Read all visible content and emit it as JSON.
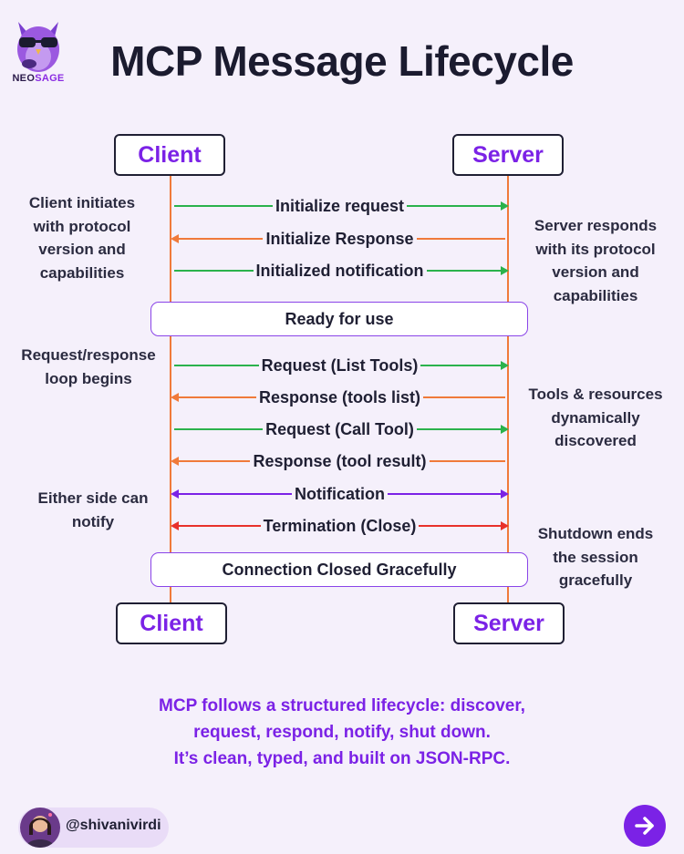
{
  "brand": {
    "name_part1": "NEO",
    "name_part2": "SAGE"
  },
  "title": "MCP Message Lifecycle",
  "actors": {
    "left": "Client",
    "right": "Server"
  },
  "messages": [
    {
      "label": "Initialize request",
      "direction": "right",
      "color": "#2bb24c"
    },
    {
      "label": "Initialize Response",
      "direction": "left",
      "color": "#f07a3a"
    },
    {
      "label": "Initialized notification",
      "direction": "right",
      "color": "#2bb24c"
    },
    {
      "label": "Request (List Tools)",
      "direction": "right",
      "color": "#2bb24c"
    },
    {
      "label": "Response (tools list)",
      "direction": "left",
      "color": "#f07a3a"
    },
    {
      "label": "Request (Call Tool)",
      "direction": "right",
      "color": "#2bb24c"
    },
    {
      "label": "Response (tool result)",
      "direction": "left",
      "color": "#f07a3a"
    },
    {
      "label": "Notification",
      "direction": "both",
      "color": "#7b22e6"
    },
    {
      "label": "Termination (Close)",
      "direction": "both",
      "color": "#e8312b"
    }
  ],
  "phases": [
    "Ready for use",
    "Connection Closed Gracefully"
  ],
  "notes": {
    "left": [
      [
        "Client initiates",
        "with protocol",
        "version and",
        "capabilities"
      ],
      [
        "Request/response",
        "loop begins"
      ],
      [
        "Either side can",
        "notify"
      ]
    ],
    "right": [
      [
        "Server responds",
        "with its protocol",
        "version and",
        "capabilities"
      ],
      [
        "Tools & resources",
        "dynamically",
        "discovered"
      ],
      [
        "Shutdown ends",
        "the session",
        "gracefully"
      ]
    ]
  },
  "footer": [
    "MCP follows a structured lifecycle: discover,",
    "request, respond, notify, shut down.",
    "It’s clean, typed, and built on JSON-RPC."
  ],
  "author": {
    "handle": "@shivanivirdi"
  },
  "icons": {
    "logo": "owl-logo-icon",
    "avatar": "avatar",
    "next": "arrow-right-icon"
  }
}
